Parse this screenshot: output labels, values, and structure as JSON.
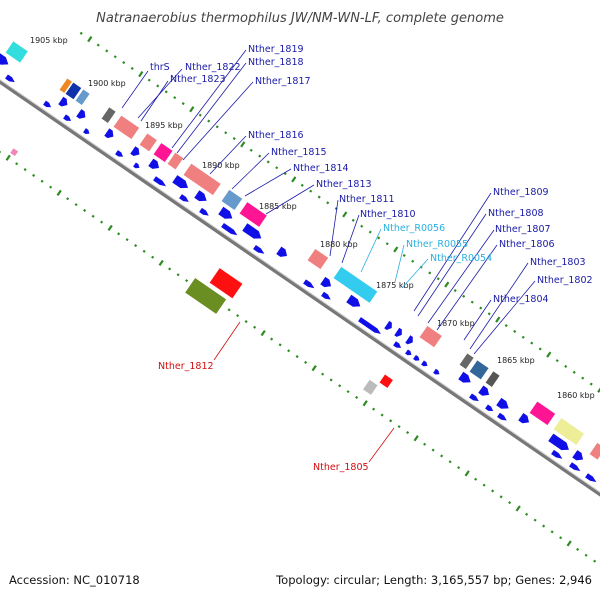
{
  "title": "Natranaerobius thermophilus JW/NM-WN-LF, complete genome",
  "footer": {
    "accession": "Accession: NC_010718",
    "summary": "Topology: circular; Length: 3,165,557 bp; Genes: 2,946"
  },
  "colors": {
    "cds_forward": "#1010e6",
    "trna": "#f08080",
    "rrna_misc": "#ff1493",
    "ncrna": "#33ccee",
    "reverse_cds": "#ff1010",
    "pseudo": "#6b8e23",
    "blue_label": "#1a1aa8",
    "cyan_label": "#2ab0e0",
    "red_label": "#d01010",
    "tick_green": "#2e8b22"
  },
  "kbp_labels": [
    "1905 kbp",
    "1900 kbp",
    "1895 kbp",
    "1890 kbp",
    "1885 kbp",
    "1880 kbp",
    "1875 kbp",
    "1870 kbp",
    "1865 kbp",
    "1860 kbp"
  ],
  "upper_labels": [
    {
      "text": "thrS",
      "color": "blue"
    },
    {
      "text": "Nther_1822",
      "color": "blue"
    },
    {
      "text": "Nther_1823",
      "color": "blue"
    },
    {
      "text": "Nther_1819",
      "color": "blue"
    },
    {
      "text": "Nther_1818",
      "color": "blue"
    },
    {
      "text": "Nther_1817",
      "color": "blue"
    },
    {
      "text": "Nther_1816",
      "color": "blue"
    },
    {
      "text": "Nther_1815",
      "color": "blue"
    },
    {
      "text": "Nther_1814",
      "color": "blue"
    },
    {
      "text": "Nther_1813",
      "color": "blue"
    },
    {
      "text": "Nther_1811",
      "color": "blue"
    },
    {
      "text": "Nther_1810",
      "color": "blue"
    },
    {
      "text": "Nther_R0056",
      "color": "cyan"
    },
    {
      "text": "Nther_R0055",
      "color": "cyan"
    },
    {
      "text": "Nther_R0054",
      "color": "cyan"
    },
    {
      "text": "Nther_1809",
      "color": "blue"
    },
    {
      "text": "Nther_1808",
      "color": "blue"
    },
    {
      "text": "Nther_1807",
      "color": "blue"
    },
    {
      "text": "Nther_1806",
      "color": "blue"
    },
    {
      "text": "Nther_1803",
      "color": "blue"
    },
    {
      "text": "Nther_1802",
      "color": "blue"
    },
    {
      "text": "Nther_1804",
      "color": "blue"
    }
  ],
  "lower_labels": [
    {
      "text": "Nther_1812",
      "color": "red"
    },
    {
      "text": "Nther_1805",
      "color": "red"
    }
  ]
}
